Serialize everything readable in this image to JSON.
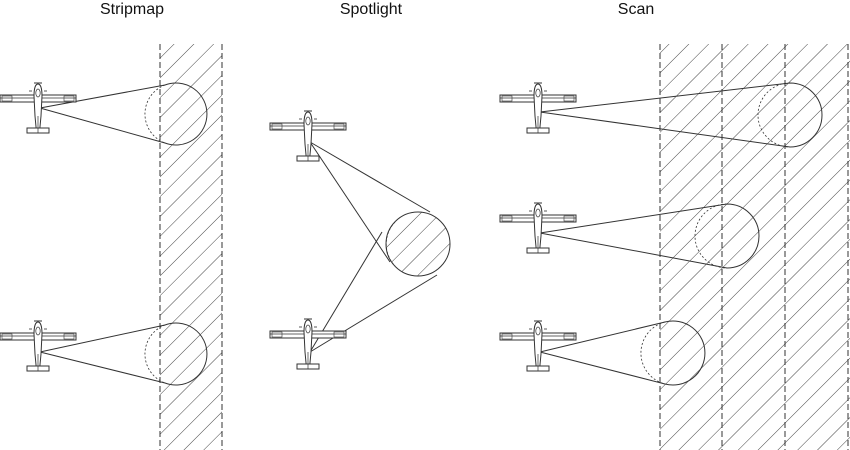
{
  "modes": [
    {
      "key": "stripmap",
      "title": "Stripmap"
    },
    {
      "key": "spotlight",
      "title": "Spotlight"
    },
    {
      "key": "scan",
      "title": "Scan"
    }
  ],
  "colors": {
    "stroke": "#333333",
    "hatch": "#444444",
    "background": "#ffffff"
  },
  "icons": {
    "aircraft": "aircraft-icon",
    "swath": "swath-hatch",
    "beam": "radar-beam",
    "footprint": "beam-footprint"
  }
}
